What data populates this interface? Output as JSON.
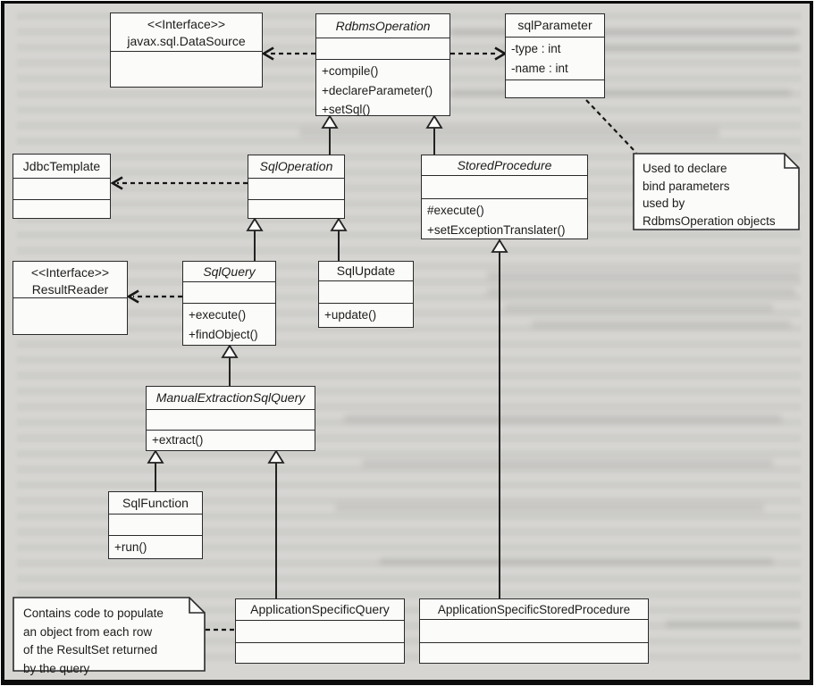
{
  "diagram_type": "uml-class-diagram",
  "colors": {
    "page_background": "#d6d5d2",
    "box_fill": "#fbfbf9",
    "line": "#222222",
    "frame": "#0c0c0c"
  },
  "classes": {
    "dataSource": {
      "title": "<<Interface>>\njavax.sql.DataSource",
      "abstract": false
    },
    "rdbmsOperation": {
      "title": "RdbmsOperation",
      "abstract": true,
      "methods": "+compile()\n+declareParameter()\n+setSql()"
    },
    "sqlParameter": {
      "title": "sqlParameter",
      "abstract": false,
      "attributes": "-type : int\n-name : int"
    },
    "jdbcTemplate": {
      "title": "JdbcTemplate",
      "abstract": false
    },
    "sqlOperation": {
      "title": "SqlOperation",
      "abstract": true
    },
    "storedProcedure": {
      "title": "StoredProcedure",
      "abstract": true,
      "methods": "#execute()\n+setExceptionTranslater()"
    },
    "resultReader": {
      "title": "<<Interface>>\nResultReader",
      "abstract": false
    },
    "sqlQuery": {
      "title": "SqlQuery",
      "abstract": true,
      "methods": "+execute()\n+findObject()"
    },
    "sqlUpdate": {
      "title": "SqlUpdate",
      "abstract": false,
      "methods": "+update()"
    },
    "manualExtractionSqlQuery": {
      "title": "ManualExtractionSqlQuery",
      "abstract": true,
      "methods": "+extract()"
    },
    "sqlFunction": {
      "title": "SqlFunction",
      "abstract": false,
      "methods": "+run()"
    },
    "applicationSpecificQuery": {
      "title": "ApplicationSpecificQuery",
      "abstract": false
    },
    "applicationSpecificStoredProcedure": {
      "title": "ApplicationSpecificStoredProcedure",
      "abstract": false
    }
  },
  "notes": {
    "bindParameters": {
      "text": "Used to declare\nbind parameters\nused by\nRdbmsOperation objects"
    },
    "resultSet": {
      "text": "Contains code to populate\nan object from each row\nof the ResultSet returned\nby the query"
    }
  },
  "relationships": [
    {
      "from": "SqlOperation",
      "to": "RdbmsOperation",
      "type": "generalization"
    },
    {
      "from": "StoredProcedure",
      "to": "RdbmsOperation",
      "type": "generalization"
    },
    {
      "from": "SqlQuery",
      "to": "SqlOperation",
      "type": "generalization"
    },
    {
      "from": "SqlUpdate",
      "to": "SqlOperation",
      "type": "generalization"
    },
    {
      "from": "ManualExtractionSqlQuery",
      "to": "SqlQuery",
      "type": "generalization"
    },
    {
      "from": "SqlFunction",
      "to": "ManualExtractionSqlQuery",
      "type": "generalization"
    },
    {
      "from": "ApplicationSpecificQuery",
      "to": "ManualExtractionSqlQuery",
      "type": "generalization"
    },
    {
      "from": "ApplicationSpecificStoredProcedure",
      "to": "StoredProcedure",
      "type": "generalization"
    },
    {
      "from": "RdbmsOperation",
      "to": "javax.sql.DataSource",
      "type": "dependency"
    },
    {
      "from": "RdbmsOperation",
      "to": "sqlParameter",
      "type": "dependency"
    },
    {
      "from": "SqlOperation",
      "to": "JdbcTemplate",
      "type": "dependency"
    },
    {
      "from": "SqlQuery",
      "to": "ResultReader",
      "type": "dependency"
    },
    {
      "from": "sqlParameter",
      "to": "note:bindParameters",
      "type": "note-anchor"
    },
    {
      "from": "note:resultSet",
      "to": "ApplicationSpecificQuery",
      "type": "note-anchor"
    }
  ]
}
